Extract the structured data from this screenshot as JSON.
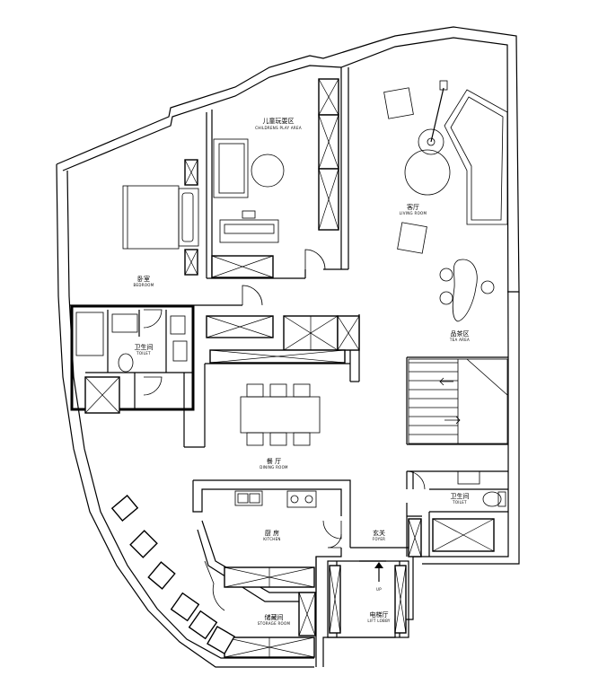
{
  "rooms": {
    "children_play": {
      "zh": "儿童玩耍区",
      "en": "CHILDRENS  PLAY AREA"
    },
    "living": {
      "zh": "客厅",
      "en": "LIVING ROOM"
    },
    "bedroom": {
      "zh": "卧室",
      "en": "BEDROOM"
    },
    "toilet_left": {
      "zh": "卫生间",
      "en": "TOILET"
    },
    "tea": {
      "zh": "品茶区",
      "en": "TEA AREA"
    },
    "dining": {
      "zh": "餐 厅",
      "en": "DINING ROOM"
    },
    "toilet_right": {
      "zh": "卫生间",
      "en": "TOILET"
    },
    "kitchen": {
      "zh": "厨 房",
      "en": "KITCHEN"
    },
    "foyer": {
      "zh": "玄关",
      "en": "FOYER"
    },
    "lift": {
      "zh": "电梯厅",
      "en": "LIFT LOBBY"
    },
    "storage": {
      "zh": "储藏间",
      "en": "STORAGE ROOM"
    }
  },
  "lift_marker": "UP"
}
